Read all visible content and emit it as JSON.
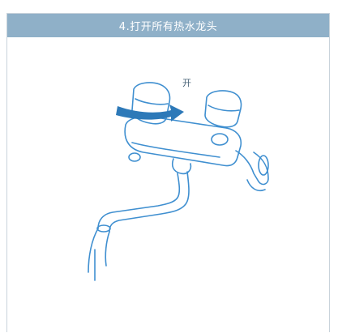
{
  "header": {
    "title": "4.打开所有热水龙头"
  },
  "illustration": {
    "open_label": "开",
    "colors": {
      "header_bg": "#8fb0c8",
      "line": "#3f8fd0",
      "arrow": "#2d79b8"
    },
    "icons": [
      "faucet-illustration",
      "rotate-arrow-icon"
    ]
  }
}
